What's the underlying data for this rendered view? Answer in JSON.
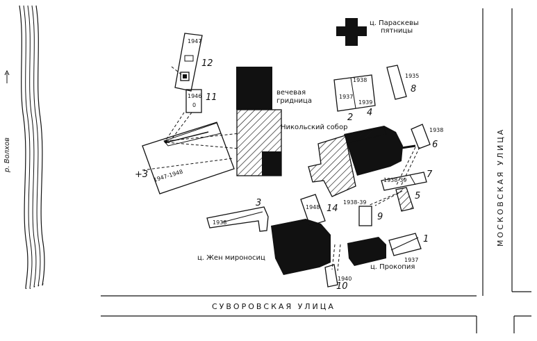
{
  "river": {
    "label": "р. Волхов"
  },
  "streets": {
    "suvorovskaya": "СУВОРОВСКАЯ УЛИЦА",
    "moskovskaya": "МОСКОВСКАЯ УЛИЦА"
  },
  "landmarks": {
    "paraskeva_line1": "ц. Параскевы",
    "paraskeva_line2": "пятницы",
    "veche_line1": "вечевая",
    "veche_line2": "гридница",
    "nikolsky": "Никольский собор",
    "zhen_mironosits": "ц. Жен мироносиц",
    "prokopiya": "ц. Прокопия"
  },
  "excavations": [
    {
      "number": "1",
      "years": [
        "1937"
      ]
    },
    {
      "number": "2",
      "years": [
        "1937",
        "1938"
      ]
    },
    {
      "number": "3",
      "years": [
        "1938",
        "1947-1948"
      ]
    },
    {
      "number": "4",
      "years": [
        "1939"
      ]
    },
    {
      "number": "5",
      "years": []
    },
    {
      "number": "6",
      "years": [
        "1938"
      ]
    },
    {
      "number": "7",
      "years": [
        "1938-39"
      ]
    },
    {
      "number": "8",
      "years": [
        "1935"
      ]
    },
    {
      "number": "9",
      "years": [
        "1938-39"
      ]
    },
    {
      "number": "10",
      "years": [
        "1940"
      ]
    },
    {
      "number": "11",
      "years": [
        "1946"
      ]
    },
    {
      "number": "12",
      "years": [
        "1947"
      ]
    },
    {
      "number": "14",
      "years": [
        "1948"
      ]
    }
  ]
}
